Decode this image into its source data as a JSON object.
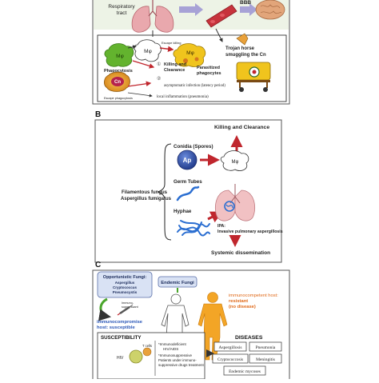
{
  "panel_a": {
    "resp_tract": [
      "Respiratory",
      "tract"
    ],
    "bbb": "BBB",
    "escape_killing": "Escape killing",
    "m1": "Mφ",
    "m2": "Mφ",
    "m3": "Mφ",
    "phagocytosis": "Phagocytosis",
    "cn": "Cn",
    "escape_phago": "Escape phagocytosis",
    "step1": "①",
    "step2": "②",
    "killing": [
      "Killing and",
      "Clearance"
    ],
    "parasitized": [
      "Parasitized",
      "phagocytes"
    ],
    "trojan": [
      "Trojan horse",
      "smuggling the Cn"
    ],
    "asym": "asymptomatic infection (latency period)",
    "inflam": "local inflammation (pneumonia)"
  },
  "panel_b": {
    "label": "B",
    "killing_clearance": "Killing and Clearance",
    "conidia": "Conidia (Spores)",
    "ap": "Ap",
    "mphi": "Mφ",
    "filamentous": [
      "Filamentous fungus",
      "Aspergillus fumigatus"
    ],
    "germ": "Germ Tubes",
    "hyphae": "Hyphae",
    "ipa": [
      "IPA:",
      "Invasive pulmonary aspergillosis"
    ],
    "systemic": "Systemic dissemination"
  },
  "panel_c": {
    "label": "C",
    "opportunistic_title": "Opportunistic Fungi:",
    "opportunistic_items": [
      "Aspergillus",
      "Cryptococcus",
      "Pneumocystis"
    ],
    "endemic": "Endemic Fungi",
    "immunocompetent": [
      "immunocompetent host:",
      "resistant",
      "(no disease)"
    ],
    "immunosuppressant": [
      "Immuno-",
      "suppressant"
    ],
    "immunocompromised": [
      "immunocompromise",
      "host: susceptible"
    ],
    "susceptibility": "SUSCEPTIBILITY",
    "hiv": "HIV",
    "tcells": "T cells",
    "bullets": [
      "*Immunodeficient",
      "HIV/AIDS",
      "*Immunosuppressive",
      "Patients under immuno-",
      "suppressive drugs treatment"
    ],
    "diseases_title": "DISEASES",
    "diseases": [
      "Aspergillosis",
      "Pneumonia",
      "Cryptococcosis",
      "Meningitis",
      "Endemic mycoses"
    ]
  }
}
